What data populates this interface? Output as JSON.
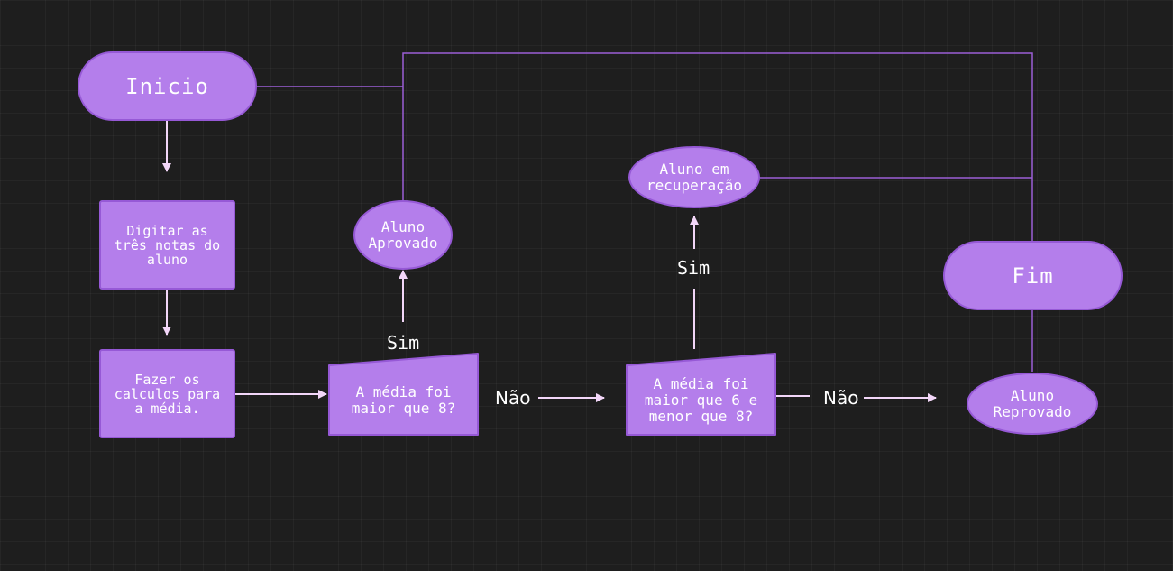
{
  "colors": {
    "background": "#1e1e1e",
    "node_fill": "#b47eeb",
    "node_border": "#9659d6",
    "edge": "#9b5fd6",
    "arrow": "#f2d6f8",
    "text": "#ffffff"
  },
  "nodes": {
    "start": "Inicio",
    "input": "Digitar as\ntrês  notas do\naluno",
    "calc": "Fazer os\ncalculos para\na média.",
    "decision1": "A média foi\nmaior que 8?",
    "approved": "Aluno\nAprovado",
    "decision2": "A média foi\nmaior que 6 e\nmenor que 8?",
    "recovery": "Aluno em\nrecuperação",
    "end": "Fim",
    "failed": "Aluno\nReprovado"
  },
  "edge_labels": {
    "yes1": "Sim",
    "no1": "Não",
    "yes2": "Sim",
    "no2": "Não"
  }
}
